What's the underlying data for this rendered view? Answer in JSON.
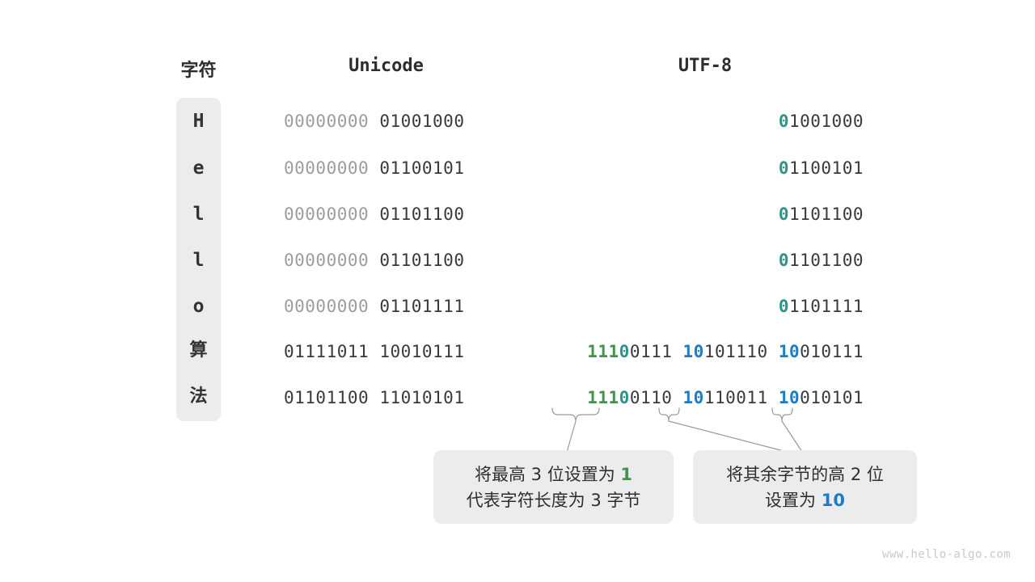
{
  "headers": {
    "character": "字符",
    "unicode": "Unicode",
    "utf8": "UTF-8"
  },
  "rows": [
    {
      "char": "H",
      "is_cjk": false,
      "unicode_high": "00000000",
      "unicode_low": "01001000",
      "utf8_plain": "01001000",
      "utf8_parts": [
        {
          "text": "0",
          "style": "teal"
        },
        {
          "text": "1001000",
          "style": "plain"
        }
      ]
    },
    {
      "char": "e",
      "is_cjk": false,
      "unicode_high": "00000000",
      "unicode_low": "01100101",
      "utf8_plain": "01100101",
      "utf8_parts": [
        {
          "text": "0",
          "style": "teal"
        },
        {
          "text": "1100101",
          "style": "plain"
        }
      ]
    },
    {
      "char": "l",
      "is_cjk": false,
      "unicode_high": "00000000",
      "unicode_low": "01101100",
      "utf8_plain": "01101100",
      "utf8_parts": [
        {
          "text": "0",
          "style": "teal"
        },
        {
          "text": "1101100",
          "style": "plain"
        }
      ]
    },
    {
      "char": "l",
      "is_cjk": false,
      "unicode_high": "00000000",
      "unicode_low": "01101100",
      "utf8_plain": "01101100",
      "utf8_parts": [
        {
          "text": "0",
          "style": "teal"
        },
        {
          "text": "1101100",
          "style": "plain"
        }
      ]
    },
    {
      "char": "o",
      "is_cjk": false,
      "unicode_high": "00000000",
      "unicode_low": "01101111",
      "utf8_plain": "01101111",
      "utf8_parts": [
        {
          "text": "0",
          "style": "teal"
        },
        {
          "text": "1101111",
          "style": "plain"
        }
      ]
    },
    {
      "char": "算",
      "is_cjk": true,
      "unicode_high": "01111011",
      "unicode_low": "10010111",
      "utf8_plain": "11100111 10101110 10010111",
      "utf8_parts": [
        {
          "text": "111",
          "style": "green"
        },
        {
          "text": "0",
          "style": "teal"
        },
        {
          "text": "0111 ",
          "style": "plain"
        },
        {
          "text": "10",
          "style": "blue"
        },
        {
          "text": "101110 ",
          "style": "plain"
        },
        {
          "text": "10",
          "style": "blue"
        },
        {
          "text": "010111",
          "style": "plain"
        }
      ]
    },
    {
      "char": "法",
      "is_cjk": true,
      "unicode_high": "01101100",
      "unicode_low": "11010101",
      "utf8_plain": "11100110 10110011 10010101",
      "utf8_parts": [
        {
          "text": "111",
          "style": "green"
        },
        {
          "text": "0",
          "style": "teal"
        },
        {
          "text": "0110 ",
          "style": "plain"
        },
        {
          "text": "10",
          "style": "blue"
        },
        {
          "text": "110011 ",
          "style": "plain"
        },
        {
          "text": "10",
          "style": "blue"
        },
        {
          "text": "010101",
          "style": "plain"
        }
      ]
    }
  ],
  "callouts": [
    {
      "id": "callout-1",
      "lines": [
        [
          {
            "text": "将最高 3 位设置为 ",
            "style": "plain"
          },
          {
            "text": "1",
            "style": "green"
          }
        ],
        [
          {
            "text": "代表字符长度为 3 字节",
            "style": "plain"
          }
        ]
      ]
    },
    {
      "id": "callout-2",
      "lines": [
        [
          {
            "text": "将其余字节的高 2 位",
            "style": "plain"
          }
        ],
        [
          {
            "text": "设置为 ",
            "style": "plain"
          },
          {
            "text": "10",
            "style": "blue"
          }
        ]
      ]
    }
  ],
  "colors": {
    "green": "#45914d",
    "teal": "#2e9488",
    "blue": "#1f7cc0",
    "text": "#3a3a3a",
    "dim": "#9d9d9d",
    "panel": "#ececec",
    "watermark": "#c9c9c9"
  },
  "watermark": "www.hello-algo.com"
}
